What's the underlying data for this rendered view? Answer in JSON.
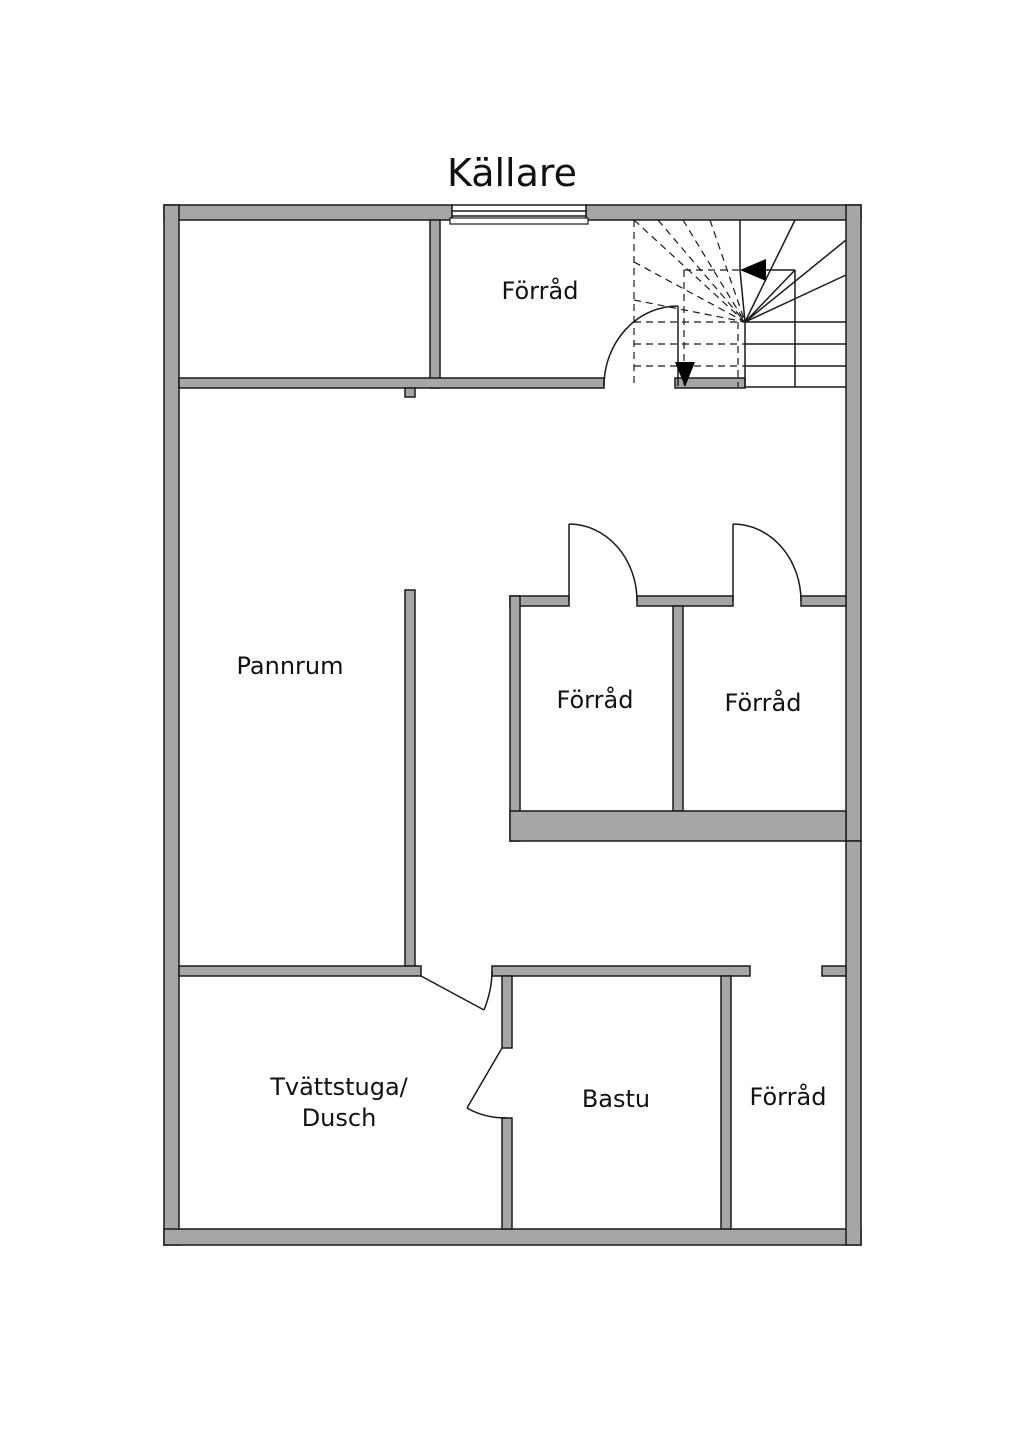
{
  "title": "Källare",
  "rooms": {
    "forrad_top": "Förråd",
    "pannrum": "Pannrum",
    "forrad_mid_left": "Förråd",
    "forrad_mid_right": "Förråd",
    "tvattstuga_line1": "Tvättstuga/",
    "tvattstuga_line2": "Dusch",
    "bastu": "Bastu",
    "forrad_bottom_right": "Förråd"
  },
  "colors": {
    "wall_fill": "#a6a6a6",
    "line": "#1a1a1a",
    "background": "#ffffff"
  }
}
